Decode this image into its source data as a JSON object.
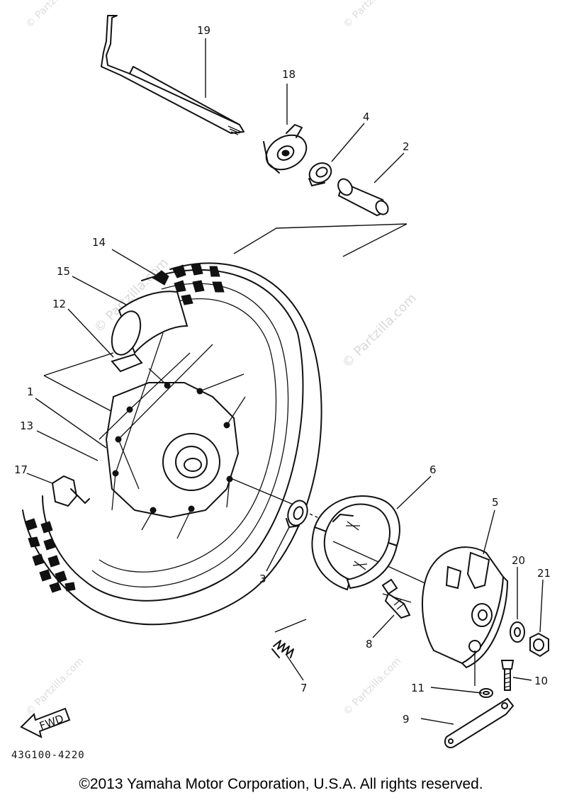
{
  "watermark": "© Partzilla.com",
  "fwd_label": "FWD",
  "diagram_code": "43G100-4220",
  "copyright": "©2013 Yamaha Motor Corporation, U.S.A. All rights reserved.",
  "callouts": {
    "c1": "1",
    "c2": "2",
    "c3": "3",
    "c4": "4",
    "c5": "5",
    "c6": "6",
    "c7": "7",
    "c8": "8",
    "c9": "9",
    "c10": "10",
    "c11": "11",
    "c12": "12",
    "c13": "13",
    "c14": "14",
    "c15": "15",
    "c17": "17",
    "c18": "18",
    "c19": "19",
    "c20": "20",
    "c21": "21"
  }
}
